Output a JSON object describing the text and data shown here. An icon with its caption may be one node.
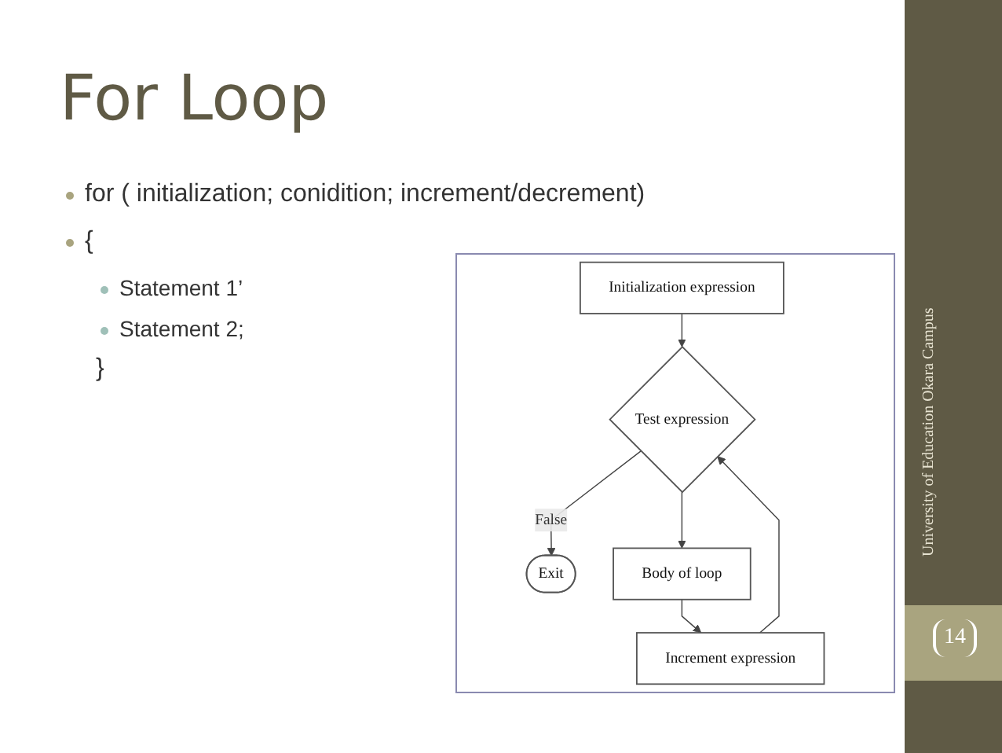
{
  "diagram": {
    "title": "For Loop",
    "nodes": [
      {
        "text": [
          "Initialization expression"
        ]
      },
      {
        "text": [
          "Test expression"
        ]
      },
      {
        "text": [
          "Exit"
        ]
      },
      {
        "text": [
          "Body of loop"
        ]
      },
      {
        "text": [
          "Increment expression"
        ]
      }
    ],
    "edges": [
      {
        "from": 0,
        "to": 1,
        "arrow": "to"
      },
      {
        "from": 1,
        "to": 2,
        "arrow": "to",
        "label": "False"
      },
      {
        "from": 1,
        "to": 3,
        "arrow": "to"
      },
      {
        "from": 3,
        "to": 4,
        "arrow": "to"
      },
      {
        "from": 4,
        "to": 1,
        "arrow": "to"
      }
    ],
    "labels": [
      "for ( initialization; conidition; increment/decrement)",
      "{",
      "Statement 1’",
      "Statement 2;",
      "}",
      "University of Education Okara Campus",
      "14"
    ]
  }
}
